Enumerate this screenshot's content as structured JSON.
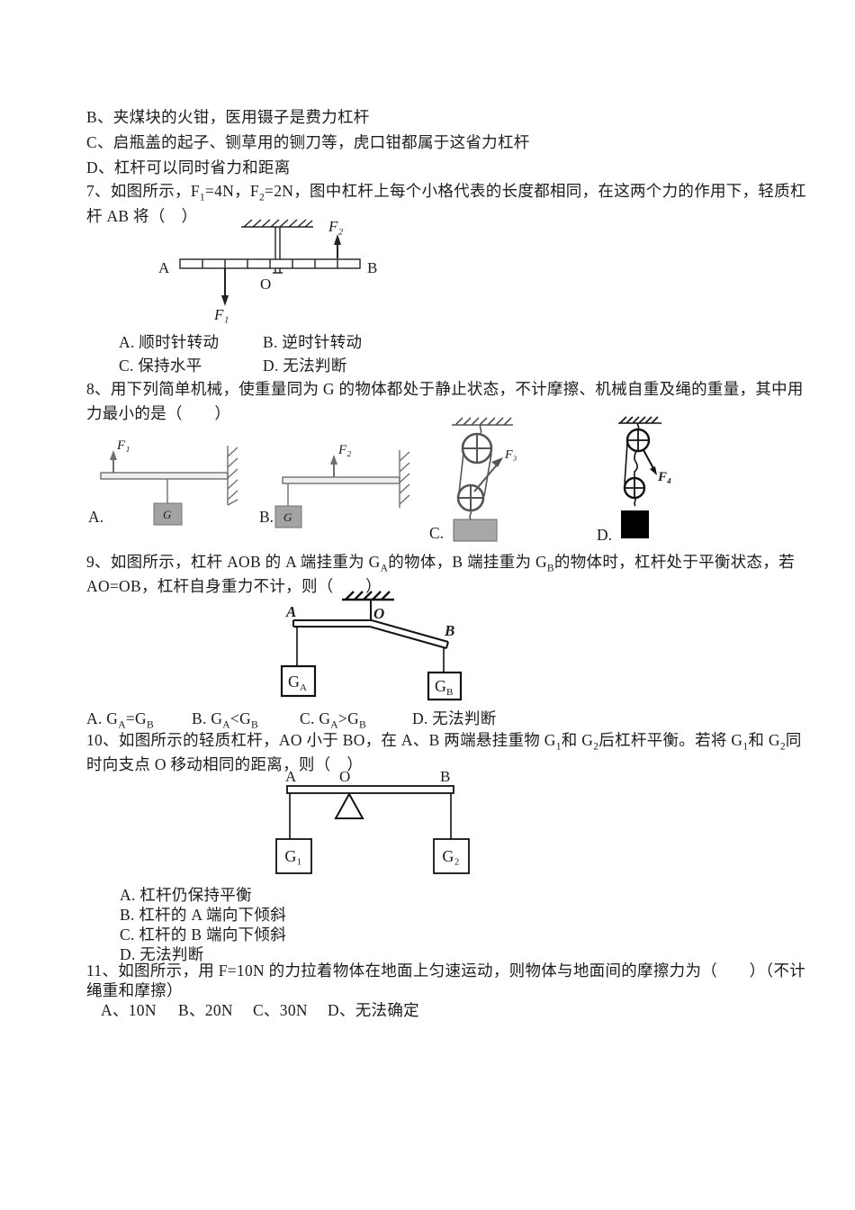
{
  "page_bg": "#ffffff",
  "text_color": "#1c1c1c",
  "prev_options": {
    "b": "B、夹煤块的火钳，医用镊子是费力杠杆",
    "c": "C、启瓶盖的起子、铡草用的铡刀等，虎口钳都属于这省力杠杆",
    "d": "D、杠杆可以同时省力和距离"
  },
  "q7": {
    "line1": "7、如图所示，F_{1}=4N，F_{2}=2N，图中杠杆上每个小格代表的长度都相同，在这两个力的作用下，轻质杠",
    "line2": "杆 AB 将（　）",
    "diagram": {
      "label_a": "A",
      "label_b": "B",
      "label_o": "O",
      "force1": "F₁",
      "force2": "F₂"
    },
    "options": [
      [
        "A. 顺时针转动",
        "B. 逆时针转动"
      ],
      [
        "C. 保持水平",
        "D. 无法判断"
      ]
    ]
  },
  "q8": {
    "line1": "8、用下列简单机械，使重量同为 G 的物体都处于静止状态，不计摩擦、机械自重及绳的重量，其中用",
    "line2": "力最小的是（　　）",
    "options": {
      "a": {
        "label": "A.",
        "force": "F₁",
        "weight": "G"
      },
      "b": {
        "label": "B.",
        "force": "F₂",
        "weight": "G"
      },
      "c": {
        "label": "C.",
        "force": "F₃"
      },
      "d": {
        "label": "D.",
        "force": "F₄"
      }
    }
  },
  "q9": {
    "line1": "9、如图所示，杠杆 AOB 的 A 端挂重为 G_{A}的物体，B 端挂重为 G_{B}的物体时，杠杆处于平衡状态，若",
    "line2": "AO=OB，杠杆自身重力不计，则（　　）",
    "diagram": {
      "label_a": "A",
      "label_o": "O",
      "label_b": "B",
      "weight_a": {
        "main": "G",
        "sub": "A"
      },
      "weight_b": {
        "main": "G",
        "sub": "B"
      }
    },
    "options": [
      "A. G_{A}=G_{B}",
      "B. G_{A}<G_{B}",
      "C. G_{A}>G_{B}",
      "D. 无法判断"
    ]
  },
  "q10": {
    "line1": "10、如图所示的轻质杠杆，AO 小于 BO，在 A、B 两端悬挂重物 G_{1}和 G_{2}后杠杆平衡。若将 G_{1}和 G_{2}同",
    "line2": "时向支点 O 移动相同的距离，则（　）",
    "diagram": {
      "label_a": "A",
      "label_o": "O",
      "label_b": "B",
      "weight1": "G₁",
      "weight2": "G₂"
    },
    "options": [
      "A. 杠杆仍保持平衡",
      "B. 杠杆的 A 端向下倾斜",
      "C. 杠杆的 B 端向下倾斜",
      "D. 无法判断"
    ]
  },
  "q11": {
    "line1": "11、如图所示，用 F=10N 的力拉着物体在地面上匀速运动，则物体与地面间的摩擦力为（　　）（不计",
    "line2": "绳重和摩擦）",
    "options": [
      "A、10N",
      "B、20N",
      "C、30N",
      "D、无法确定"
    ]
  }
}
